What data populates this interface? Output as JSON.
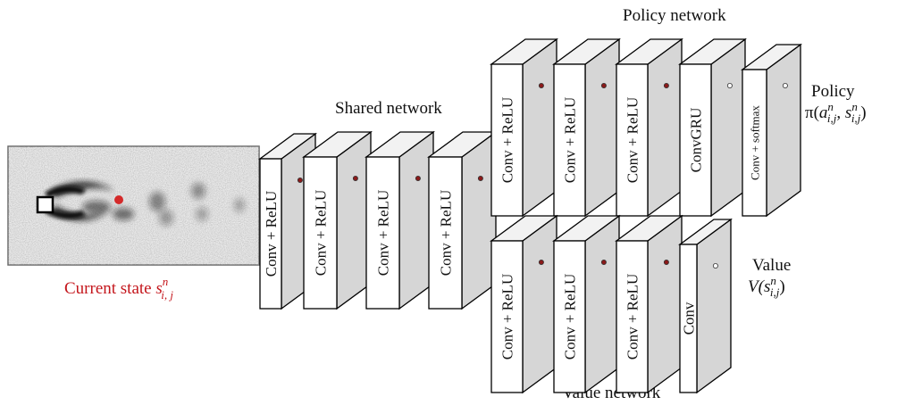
{
  "input": {
    "caption": "Current state",
    "symbol": "s",
    "superscript": "n",
    "subscript": "i, j",
    "caption_color": "#c4161c"
  },
  "shared": {
    "title": "Shared network",
    "layers": [
      "Conv + ReLU",
      "Conv + ReLU",
      "Conv + ReLU",
      "Conv + ReLU"
    ]
  },
  "policy": {
    "title": "Policy network",
    "layers": [
      "Conv + ReLU",
      "Conv + ReLU",
      "Conv + ReLU",
      "ConvGRU",
      "Conv + softmax"
    ],
    "output_label": "Policy",
    "output_formula": {
      "prefix": "π(",
      "a": "a",
      "a_sup": "n",
      "a_sub": "i,j",
      "sep": ", ",
      "s": "s",
      "s_sup": "n",
      "s_sub": "i,j",
      "suffix": ")"
    }
  },
  "value": {
    "title": "Value network",
    "layers": [
      "Conv + ReLU",
      "Conv + ReLU",
      "Conv + ReLU",
      "Conv"
    ],
    "output_label": "Value",
    "output_formula": {
      "prefix": "V(",
      "s": "s",
      "s_sup": "n",
      "s_sub": "i,j",
      "suffix": ")"
    }
  },
  "colors": {
    "block_front": "#ffffff",
    "block_side": "#d6d6d6",
    "block_top": "#f2f2f2",
    "dot_dark": "#8b1a1a",
    "dot_light": "#ffffff",
    "marker": "#d42a2a"
  }
}
